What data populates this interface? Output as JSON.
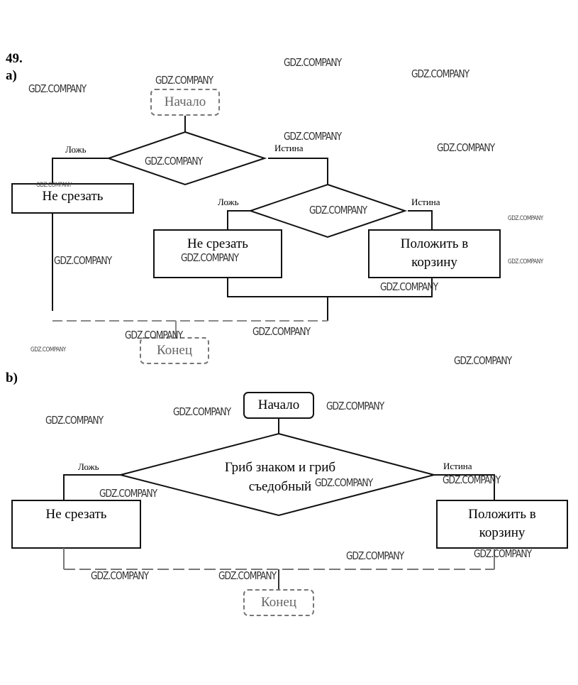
{
  "exercise_number": "49.",
  "part_a": {
    "label": "a)",
    "start": "Начало",
    "end": "Конец",
    "decision1": {
      "text": "",
      "false_label": "Ложь",
      "true_label": "Истина"
    },
    "decision2": {
      "text": "",
      "false_label": "Ложь",
      "true_label": "Истина"
    },
    "action_left": "Не срезать",
    "action_mid": "Не срезать",
    "action_right_line1": "Положить в",
    "action_right_line2": "корзину"
  },
  "part_b": {
    "label": "b)",
    "start": "Начало",
    "end": "Конец",
    "decision": {
      "line1": "Гриб знаком и гриб",
      "line2": "съедобный",
      "false_label": "Ложь",
      "true_label": "Истина"
    },
    "action_left": "Не срезать",
    "action_right_line1": "Положить в",
    "action_right_line2": "корзину"
  },
  "watermark": "GDZ.COMPANY"
}
